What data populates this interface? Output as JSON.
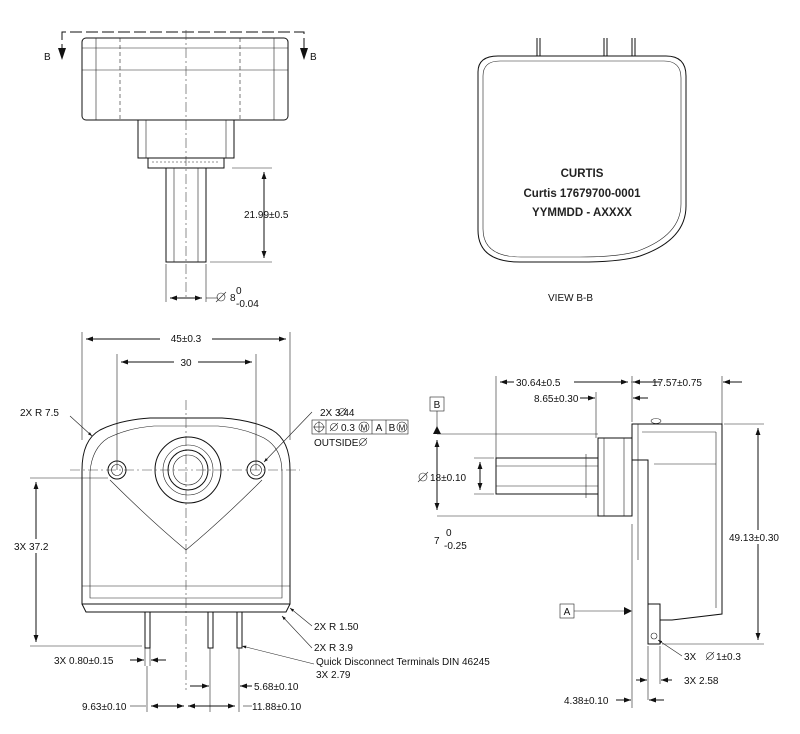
{
  "top_view": {
    "section_mark_left": "B",
    "section_mark_right": "B",
    "shaft_length_dim": "21.99±0.5",
    "shaft_diameter_prefix": "8",
    "shaft_tol_upper": "0",
    "shaft_tol_lower": "-0.04"
  },
  "view_bb": {
    "label_brand": "CURTIS",
    "label_part": "Curtis 17679700-0001",
    "label_date": "YYMMDD - AXXXX",
    "caption": "VIEW B-B"
  },
  "front_view": {
    "width_dim": "45±0.3",
    "hole_spacing_dim": "30",
    "corner_radius_dim": "2X  R 7.5",
    "hole_dim": "2X  3.44",
    "fcf_tolerance": "0.3",
    "fcf_modifier": "M",
    "fcf_datum_a": "A",
    "fcf_datum_b": "B",
    "fcf_datum_b_modifier": "M",
    "outside_note": "OUTSIDE",
    "height_dim": "3X  37.2",
    "radius_150": "2X  R 1.50",
    "radius_39": "2X  R 3.9",
    "terminals_note": "Quick Disconnect Terminals DIN 46245",
    "terminals_sub": "3X  2.79",
    "terminal_width_dim": "3X  0.80±0.15",
    "terminal_spacing_dim": "5.68±0.10",
    "left_offset_dim": "9.63±0.10",
    "right_offset_dim": "11.88±0.10"
  },
  "side_view": {
    "datum_b": "B",
    "datum_a": "A",
    "overall_dim": "30.64±0.5",
    "shaft_offset_dim": "8.65±0.30",
    "thickness_dim": "17.57±0.75",
    "shaft_diameter_dim": "18±0.10",
    "seven_main": "7",
    "seven_upper": "0",
    "seven_lower": "-0.25",
    "height_dim": "49.13±0.30",
    "hole_dim": "3X",
    "hole_value": "1±0.3",
    "term_dim": "3X  2.58",
    "bottom_dim": "4.38±0.10"
  }
}
